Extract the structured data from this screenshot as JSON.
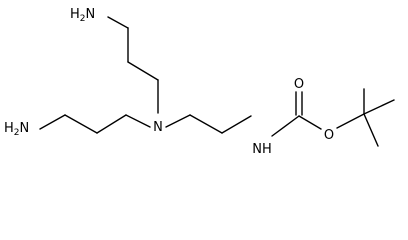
{
  "molecule": {
    "labels": {
      "amine_top": "H2N",
      "amine_left": "H2N",
      "tertiary_nitrogen": "N",
      "carbamate_nh": "NH",
      "carbonyl_oxygen": "O",
      "ester_oxygen": "O"
    },
    "label_parts": {
      "h": "H",
      "sub_2": "2",
      "n": "N"
    }
  }
}
